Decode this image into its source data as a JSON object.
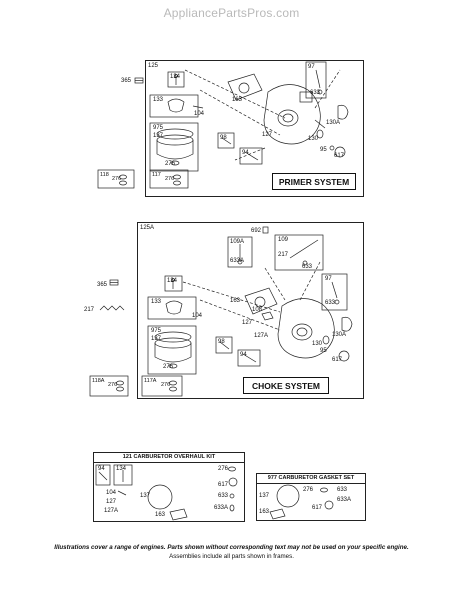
{
  "watermark": "AppliancePartsPros.com",
  "primer": {
    "frame_label": "125",
    "system_label": "PRIMER SYSTEM",
    "parts": {
      "p365": "365",
      "p134": "134",
      "p133": "133",
      "p104": "104",
      "p975": "975",
      "p137": "137",
      "p276": "276",
      "p98": "98",
      "p94": "94",
      "p163": "163",
      "p127": "127",
      "p97": "97",
      "p633": "633",
      "p130a": "130A",
      "p130": "130",
      "p95": "95",
      "p617": "617",
      "b118": "118",
      "b118v": "276",
      "b117": "117",
      "b117v": "276"
    }
  },
  "choke": {
    "frame_label": "125A",
    "system_label": "CHOKE SYSTEM",
    "parts": {
      "p692": "692",
      "p109a": "109A",
      "p633a": "633A",
      "p109": "109",
      "p217b": "217",
      "p633b": "633",
      "p365": "365",
      "p217": "217",
      "p134": "134",
      "p133": "133",
      "p104": "104",
      "p975": "975",
      "p137": "137",
      "p276": "276",
      "p163": "163",
      "p108": "108",
      "p127": "127",
      "p127a": "127A",
      "p98": "98",
      "p94": "94",
      "p97": "97",
      "p633": "633",
      "p130a": "130A",
      "p130": "130",
      "p95": "95",
      "p617": "617",
      "b118a": "118A",
      "b118av": "276",
      "b117a": "117A",
      "b117av": "276"
    }
  },
  "kit121": {
    "title": "121 CARBURETOR OVERHAUL KIT",
    "parts": {
      "p94": "94",
      "p134": "134",
      "p276": "276",
      "p104": "104",
      "p137": "137",
      "p617": "617",
      "p127": "127",
      "p633": "633",
      "p127a": "127A",
      "p633a": "633A",
      "p163": "163"
    }
  },
  "kit977": {
    "title": "977 CARBURETOR GASKET SET",
    "parts": {
      "p137": "137",
      "p276": "276",
      "p633": "633",
      "p633a": "633A",
      "p617": "617",
      "p163": "163"
    }
  },
  "footer": {
    "line1": "Illustrations cover a range of engines. Parts shown without corresponding text may not be used on your specific engine.",
    "line2": "Assemblies include all parts shown in frames."
  }
}
